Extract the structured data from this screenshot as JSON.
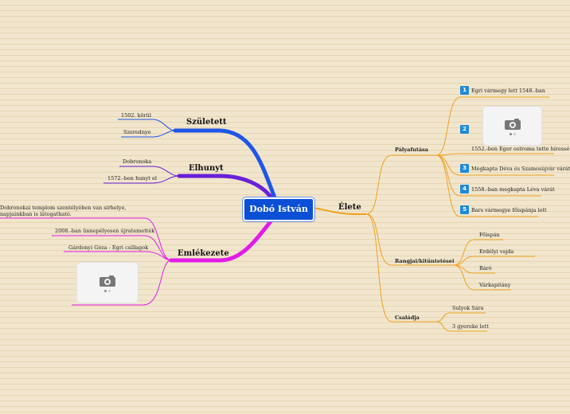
{
  "central": {
    "title": "Dobó István"
  },
  "left": {
    "szuletett": {
      "label": "Született",
      "children": [
        "1502. körül",
        "Szerednye"
      ]
    },
    "elhunyt": {
      "label": "Elhunyt",
      "children": [
        "Dobronoka",
        "1572.-ben hunyt el"
      ]
    },
    "emlekezete": {
      "label": "Emlékezete",
      "children": [
        "Dobronokai templom szentélyében van sírhelye, napjainkban is látogatható.",
        "2008.-ban ünnepélyesen újratemették",
        "Gárdonyi Géza - Egri csillagok"
      ]
    }
  },
  "right": {
    "elete": {
      "label": "Élete"
    },
    "palyafutasa": {
      "label": "Pályafutása",
      "items": [
        {
          "num": "1",
          "text": "Egri vármegy lett 1548.-ban"
        },
        {
          "num": "2",
          "text": "1552.-ben Eger ostroma tette híressé"
        },
        {
          "num": "3",
          "text": "Megkapta Déva és Szamosújvár várát"
        },
        {
          "num": "4",
          "text": "1558.-ban megkapta Léva várát"
        },
        {
          "num": "5",
          "text": "Bars vármegye főispánja lett"
        }
      ]
    },
    "rangjai": {
      "label": "Rangjai/kitüntetései",
      "items": [
        "Főispán",
        "Erdélyi vajda",
        "Báró",
        "Várkapitány"
      ]
    },
    "csaladja": {
      "label": "Családja",
      "items": [
        "Sulyok Sára",
        "3 gyereke lett"
      ]
    }
  },
  "colors": {
    "szuletett": "#1f56e8",
    "elhunyt": "#6a1fd8",
    "emlekezete": "#e21ce8",
    "elete": "#f0a020",
    "central": "#0a4fd6"
  }
}
